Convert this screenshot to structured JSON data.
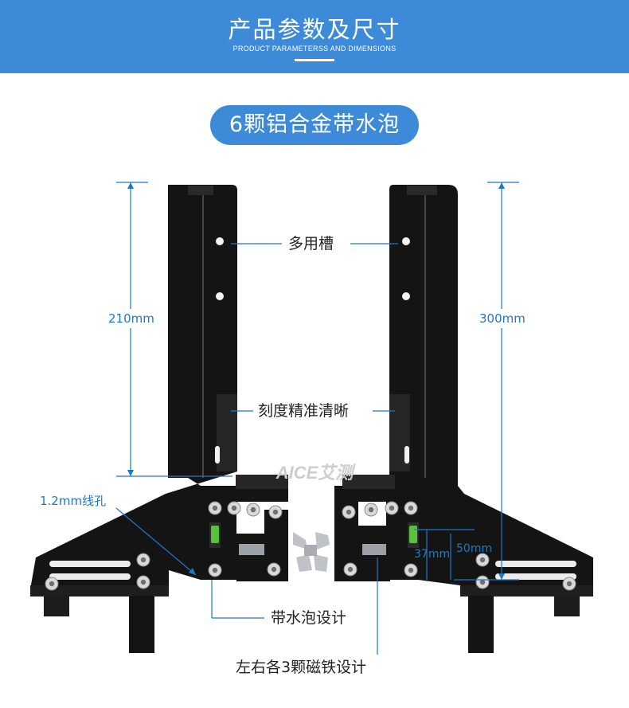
{
  "header": {
    "title": "产品参数及尺寸",
    "subtitle": "PRODUCT PARAMETERSS AND DIMENSIONS"
  },
  "badge": {
    "text": "6颗铝合金带水泡"
  },
  "dimensions": {
    "left_height": "210mm",
    "right_height": "300mm",
    "hole": "1.2mm线孔",
    "small_a": "37mm",
    "small_b": "50mm"
  },
  "callouts": {
    "slot": "多用槽",
    "scale": "刻度精准清晰",
    "bubble": "带水泡设计",
    "magnets": "左右各3颗磁铁设计"
  },
  "watermark": "AICE艾测",
  "colors": {
    "accent": "#3d8bd8",
    "label": "#1e78c8",
    "tool": "#141414"
  }
}
